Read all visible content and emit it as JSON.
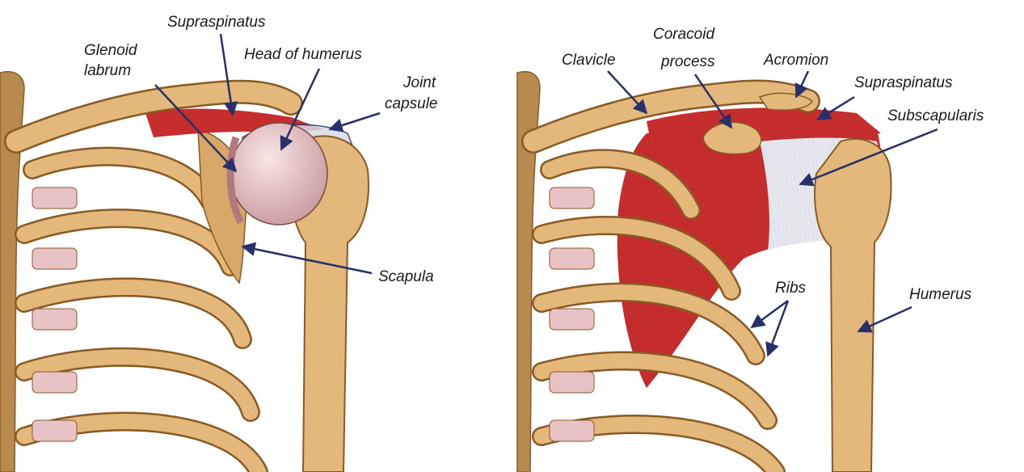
{
  "colors": {
    "bone": "#e3b87a",
    "bone_shadow": "#a8783e",
    "bone_outline": "#8a5a25",
    "muscle": "#c62d2d",
    "tendon": "#e6e7ee",
    "cartilage": "#e8c2c4",
    "humerus_head": "#f0d6d6",
    "arrow": "#27306b",
    "background": "#ffffff"
  },
  "left_panel": {
    "labels": {
      "supraspinatus": "Supraspinatus",
      "glenoid_line1": "Glenoid",
      "glenoid_line2": "labrum",
      "head_of_humerus": "Head of humerus",
      "joint_line1": "Joint",
      "joint_line2": "capsule",
      "scapula": "Scapula"
    }
  },
  "right_panel": {
    "labels": {
      "clavicle": "Clavicle",
      "coracoid_line1": "Coracoid",
      "coracoid_line2": "process",
      "acromion": "Acromion",
      "supraspinatus": "Supraspinatus",
      "subscapularis": "Subscapularis",
      "ribs": "Ribs",
      "humerus": "Humerus"
    }
  }
}
